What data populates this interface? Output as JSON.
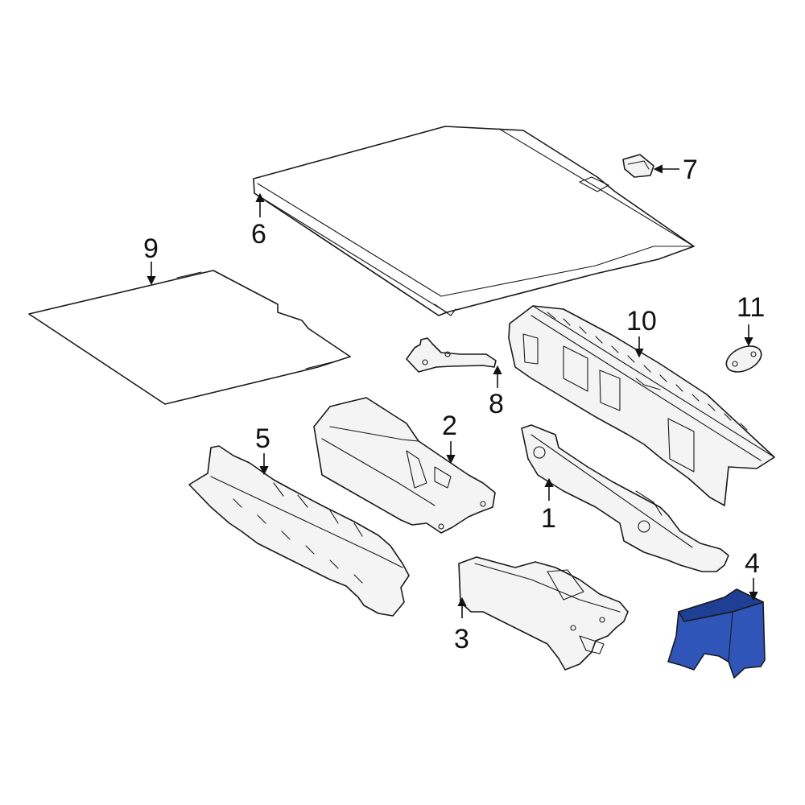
{
  "colors": {
    "highlight": "#2f55b8",
    "highlight_dark": "#1f3f94",
    "line": "#1a1a1a",
    "part_fill": "#f4f4f4"
  },
  "callouts": {
    "c1": "1",
    "c2": "2",
    "c3": "3",
    "c4": "4",
    "c5": "5",
    "c6": "6",
    "c7": "7",
    "c8": "8",
    "c9": "9",
    "c10": "10",
    "c11": "11"
  },
  "highlighted_part": "4"
}
